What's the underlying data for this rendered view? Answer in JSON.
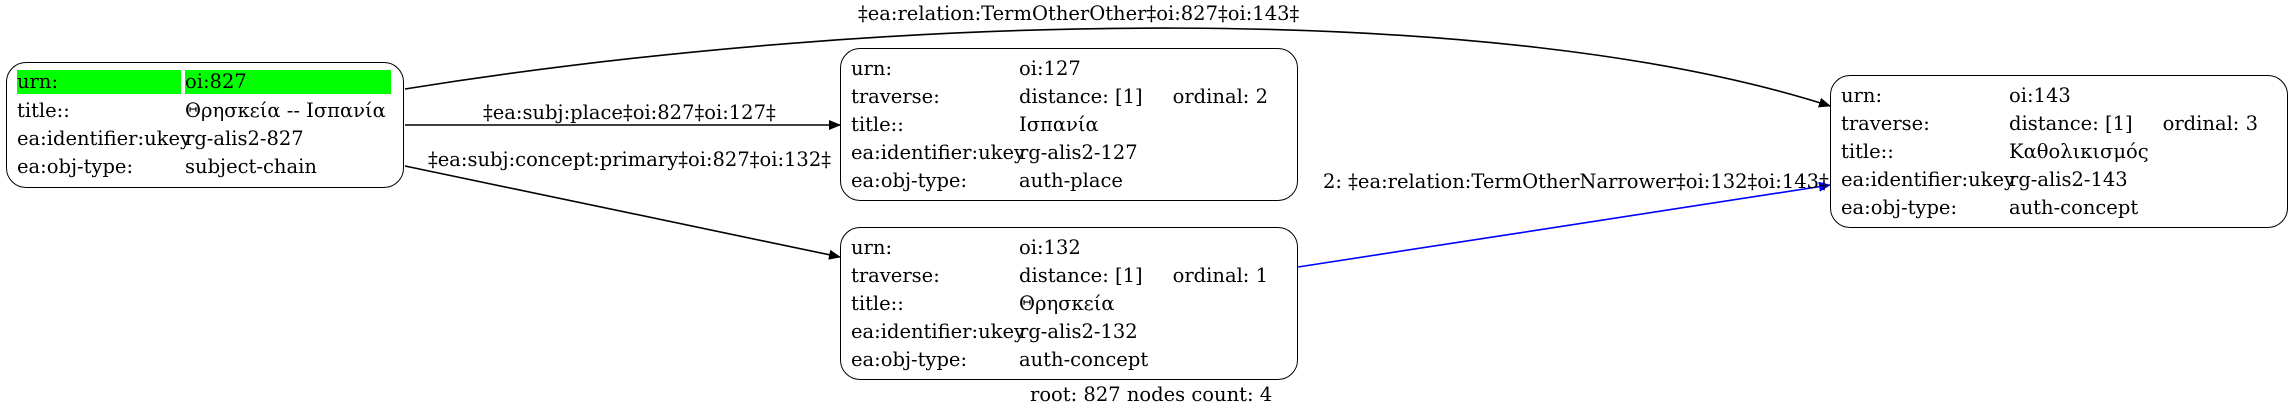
{
  "nodes": {
    "root": {
      "urn_key": "urn:",
      "urn": "oi:827",
      "title_key": "title::",
      "title": "Θρησκεία -- Ισπανία",
      "ukey_key": "ea:identifier:ukey",
      "ukey": "rg-alis2-827",
      "type_key": "ea:obj-type:",
      "type": "subject-chain",
      "highlight_color": "#00ff00"
    },
    "n127": {
      "urn_key": "urn:",
      "urn": "oi:127",
      "traverse_key": "traverse:",
      "distance": "distance: [1]",
      "ordinal": "ordinal: 2",
      "title_key": "title::",
      "title": "Ισπανία",
      "ukey_key": "ea:identifier:ukey",
      "ukey": "rg-alis2-127",
      "type_key": "ea:obj-type:",
      "type": "auth-place"
    },
    "n132": {
      "urn_key": "urn:",
      "urn": "oi:132",
      "traverse_key": "traverse:",
      "distance": "distance: [1]",
      "ordinal": "ordinal: 1",
      "title_key": "title::",
      "title": "Θρησκεία",
      "ukey_key": "ea:identifier:ukey",
      "ukey": "rg-alis2-132",
      "type_key": "ea:obj-type:",
      "type": "auth-concept"
    },
    "n143": {
      "urn_key": "urn:",
      "urn": "oi:143",
      "traverse_key": "traverse:",
      "distance": "distance: [1]",
      "ordinal": "ordinal: 3",
      "title_key": "title::",
      "title": "Καθολικισμός",
      "ukey_key": "ea:identifier:ukey",
      "ukey": "rg-alis2-143",
      "type_key": "ea:obj-type:",
      "type": "auth-concept"
    }
  },
  "edges": {
    "e_827_143": {
      "label": "‡ea:relation:TermOtherOther‡oi:827‡oi:143‡",
      "color": "#000000"
    },
    "e_827_127": {
      "label": "‡ea:subj:place‡oi:827‡oi:127‡",
      "color": "#000000"
    },
    "e_827_132": {
      "label": "‡ea:subj:concept:primary‡oi:827‡oi:132‡",
      "color": "#000000"
    },
    "e_132_143": {
      "label": "2: ‡ea:relation:TermOtherNarrower‡oi:132‡oi:143‡",
      "color": "#0000ff"
    }
  },
  "footer": "root: 827 nodes count: 4"
}
